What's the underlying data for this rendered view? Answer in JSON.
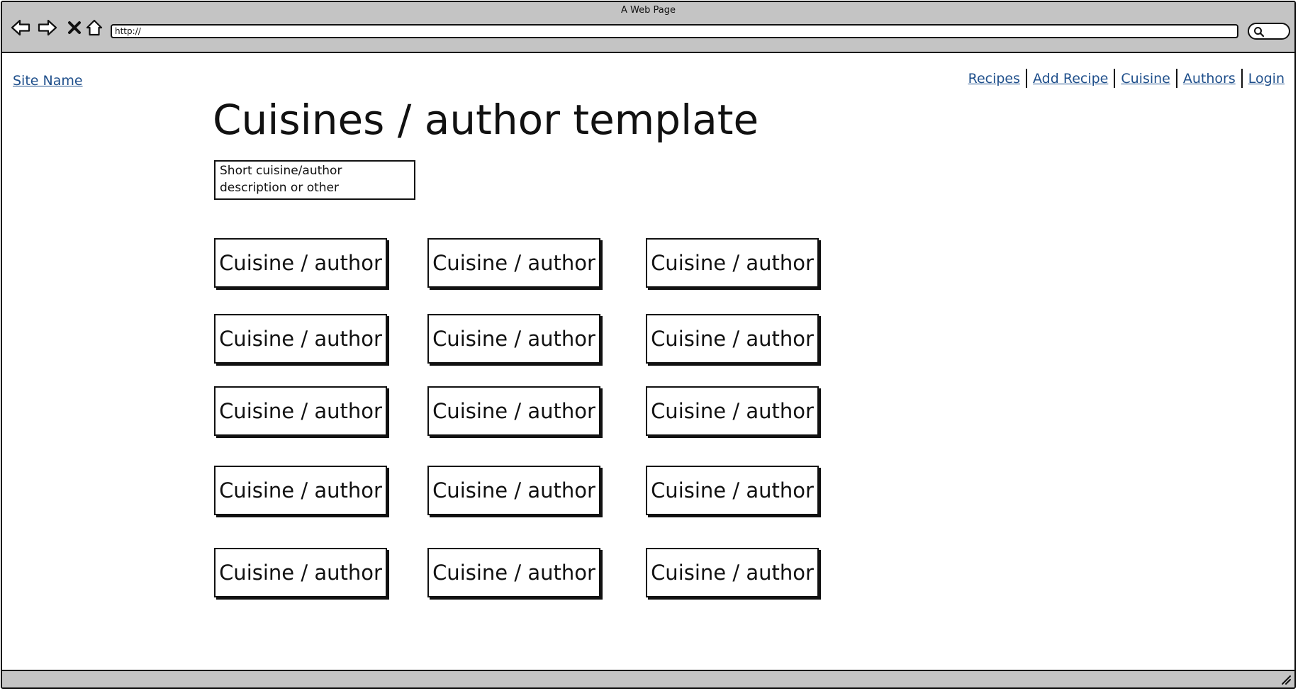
{
  "window": {
    "title": "A Web Page",
    "url": "http://"
  },
  "icons": {
    "back": "back-arrow-icon",
    "forward": "forward-arrow-icon",
    "stop": "stop-x-icon",
    "home": "home-icon",
    "search": "search-icon",
    "resize": "resize-grip-icon"
  },
  "site": {
    "name": "Site Name"
  },
  "nav": {
    "items": [
      {
        "label": "Recipes"
      },
      {
        "label": "Add Recipe"
      },
      {
        "label": "Cuisine"
      },
      {
        "label": "Authors"
      },
      {
        "label": "Login"
      }
    ]
  },
  "main": {
    "title": "Cuisines / author template",
    "description": "Short cuisine/author description or other",
    "tiles": [
      {
        "label": "Cuisine / author"
      },
      {
        "label": "Cuisine / author"
      },
      {
        "label": "Cuisine / author"
      },
      {
        "label": "Cuisine / author"
      },
      {
        "label": "Cuisine / author"
      },
      {
        "label": "Cuisine / author"
      },
      {
        "label": "Cuisine / author"
      },
      {
        "label": "Cuisine / author"
      },
      {
        "label": "Cuisine / author"
      },
      {
        "label": "Cuisine / author"
      },
      {
        "label": "Cuisine / author"
      },
      {
        "label": "Cuisine / author"
      },
      {
        "label": "Cuisine / author"
      },
      {
        "label": "Cuisine / author"
      },
      {
        "label": "Cuisine / author"
      }
    ]
  },
  "colors": {
    "chrome": "#c4c4c4",
    "link": "#1f4f8b",
    "ink": "#111111"
  }
}
